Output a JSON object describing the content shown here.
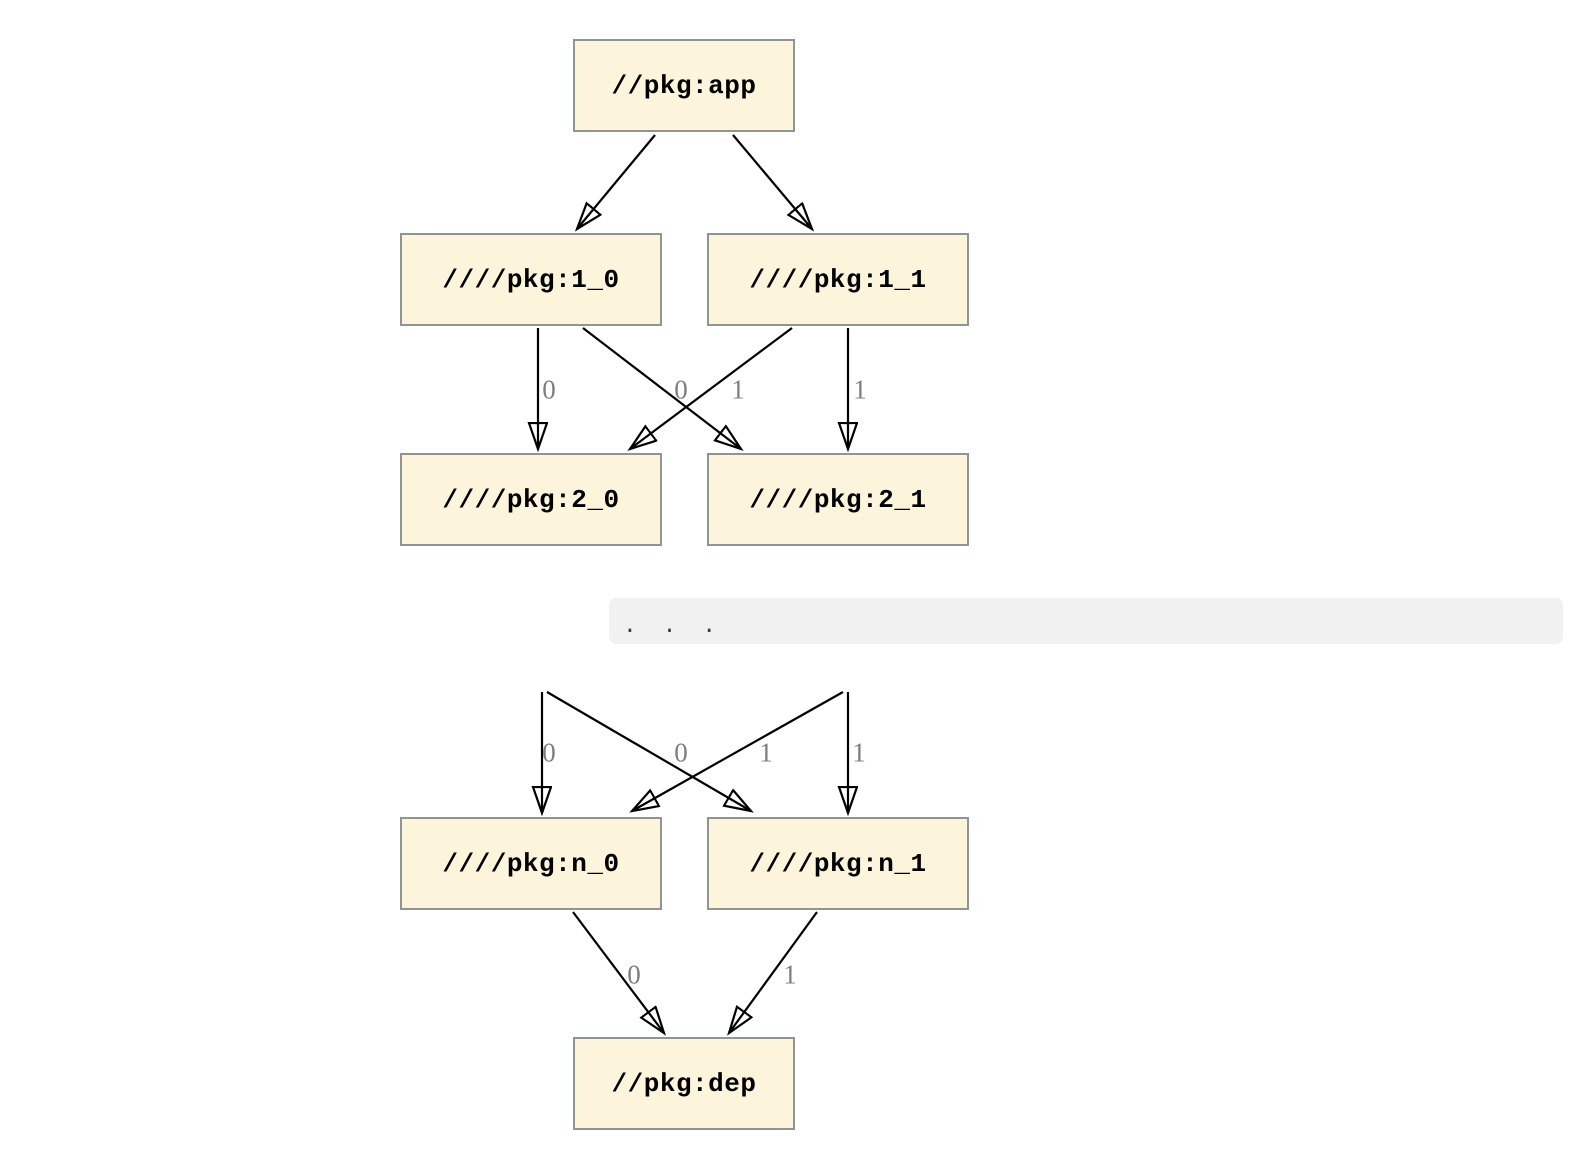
{
  "diagram": {
    "type": "dependency-graph",
    "nodes": [
      {
        "id": "app",
        "label": "//pkg:app"
      },
      {
        "id": "1_0",
        "label": "////pkg:1_0"
      },
      {
        "id": "1_1",
        "label": "////pkg:1_1"
      },
      {
        "id": "2_0",
        "label": "////pkg:2_0"
      },
      {
        "id": "2_1",
        "label": "////pkg:2_1"
      },
      {
        "id": "n_0",
        "label": "////pkg:n_0"
      },
      {
        "id": "n_1",
        "label": "////pkg:n_1"
      },
      {
        "id": "dep",
        "label": "//pkg:dep"
      }
    ],
    "edges": [
      {
        "from": "app",
        "to": "1_0",
        "label": ""
      },
      {
        "from": "app",
        "to": "1_1",
        "label": ""
      },
      {
        "from": "1_0",
        "to": "2_0",
        "label": "0"
      },
      {
        "from": "1_0",
        "to": "2_1",
        "label": "1"
      },
      {
        "from": "1_1",
        "to": "2_0",
        "label": "0"
      },
      {
        "from": "1_1",
        "to": "2_1",
        "label": "1"
      },
      {
        "from": "(omitted)",
        "to": "n_0",
        "label": "0"
      },
      {
        "from": "(omitted)",
        "to": "n_1",
        "label": "1"
      },
      {
        "from": "(omitted)",
        "to": "n_0",
        "label": "0"
      },
      {
        "from": "(omitted)",
        "to": "n_1",
        "label": "1"
      },
      {
        "from": "n_0",
        "to": "dep",
        "label": "0"
      },
      {
        "from": "n_1",
        "to": "dep",
        "label": "1"
      }
    ],
    "edge_labels": {
      "mid_top": [
        "0",
        "0",
        "1",
        "1"
      ],
      "mid_bottom": [
        "0",
        "0",
        "1",
        "1"
      ],
      "bottom": [
        "0",
        "1"
      ]
    },
    "ellipsis": ". . ."
  },
  "colors": {
    "background": "#ffffff",
    "node_fill": "#fcf5dc",
    "node_border": "#8e9592",
    "node_text": "#000000",
    "edge": "#000000",
    "edge_label": "#7d7d7d",
    "omitted_band_bg": "#f1f1f1",
    "ellipsis_dots": "#3a3a3a"
  }
}
